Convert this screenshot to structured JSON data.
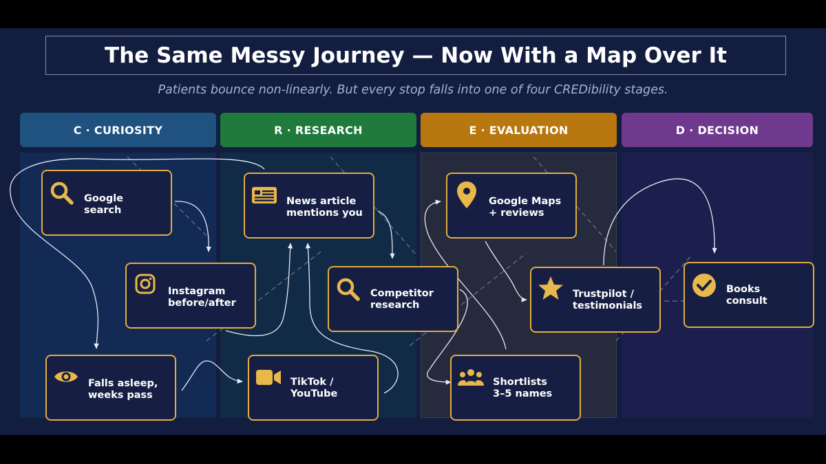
{
  "title": "The Same Messy Journey — Now With a Map Over It",
  "subtitle": "Patients bounce non-linearly. But every stop falls into one of four CREDibility stages.",
  "colors": {
    "background": "#121d3f",
    "node_border": "#e4ad3f",
    "icon": "#e8b84a",
    "curiosity": "#1f527f",
    "research": "#1f7a3c",
    "evaluation": "#b8770f",
    "decision": "#6f3a8d"
  },
  "stages": [
    {
      "label": "C · CURIOSITY"
    },
    {
      "label": "R · RESEARCH"
    },
    {
      "label": "E · EVALUATION"
    },
    {
      "label": "D · DECISION"
    }
  ],
  "nodes": {
    "google_search": {
      "label": "Google\nsearch",
      "icon": "search-icon"
    },
    "instagram": {
      "label": "Instagram\nbefore/after",
      "icon": "instagram-icon"
    },
    "falls_asleep": {
      "label": "Falls asleep,\nweeks pass",
      "icon": "eye-icon"
    },
    "news_article": {
      "label": "News article\nmentions you",
      "icon": "newspaper-icon"
    },
    "competitor": {
      "label": "Competitor\nresearch",
      "icon": "search-icon"
    },
    "tiktok": {
      "label": "TikTok /\nYouTube",
      "icon": "video-camera-icon"
    },
    "google_maps": {
      "label": "Google Maps\n+ reviews",
      "icon": "map-pin-icon"
    },
    "trustpilot": {
      "label": "Trustpilot /\ntestimonials",
      "icon": "star-icon"
    },
    "shortlists": {
      "label": "Shortlists\n3–5 names",
      "icon": "users-icon"
    },
    "books": {
      "label": "Books\nconsult",
      "icon": "check-circle-icon"
    }
  }
}
